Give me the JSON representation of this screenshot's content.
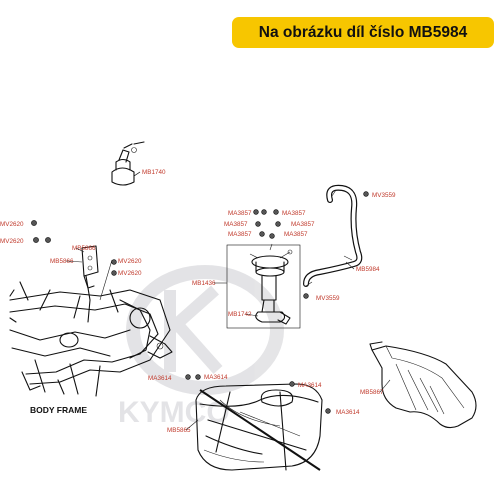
{
  "banner": {
    "text": "Na obrázku díl číslo MB5984",
    "bg_color": "#f7c600"
  },
  "label_color": "#c0392b",
  "labels": {
    "mb1740": "MB1740",
    "mv3559_top": "MV3559",
    "ma3857_1": "MA3857",
    "ma3857_2": "MA3857",
    "ma3857_3": "MA3857",
    "ma3857_4": "MA3857",
    "ma3857_5": "MA3857",
    "ma3857_6": "MA3857",
    "mv2620_1": "MV2620",
    "mv2620_2": "MV2620",
    "mb5866_1": "MB5866",
    "mb5866_2": "MB5866",
    "mv2620_3": "MV2620",
    "mv2620_4": "MV2620",
    "mb1436": "MB1436",
    "mb5984": "MB5984",
    "mv3559_bottom": "MV3559",
    "mb1742": "MB1742",
    "ma3614_1": "MA3614",
    "ma3614_2": "MA3614",
    "ma3614_3": "MA3614",
    "ma3614_4": "MA3614",
    "mb5867": "MB5867",
    "mb5865": "MB5865"
  },
  "body_frame_label": "BODY FRAME",
  "watermark_text": "KYMCO"
}
